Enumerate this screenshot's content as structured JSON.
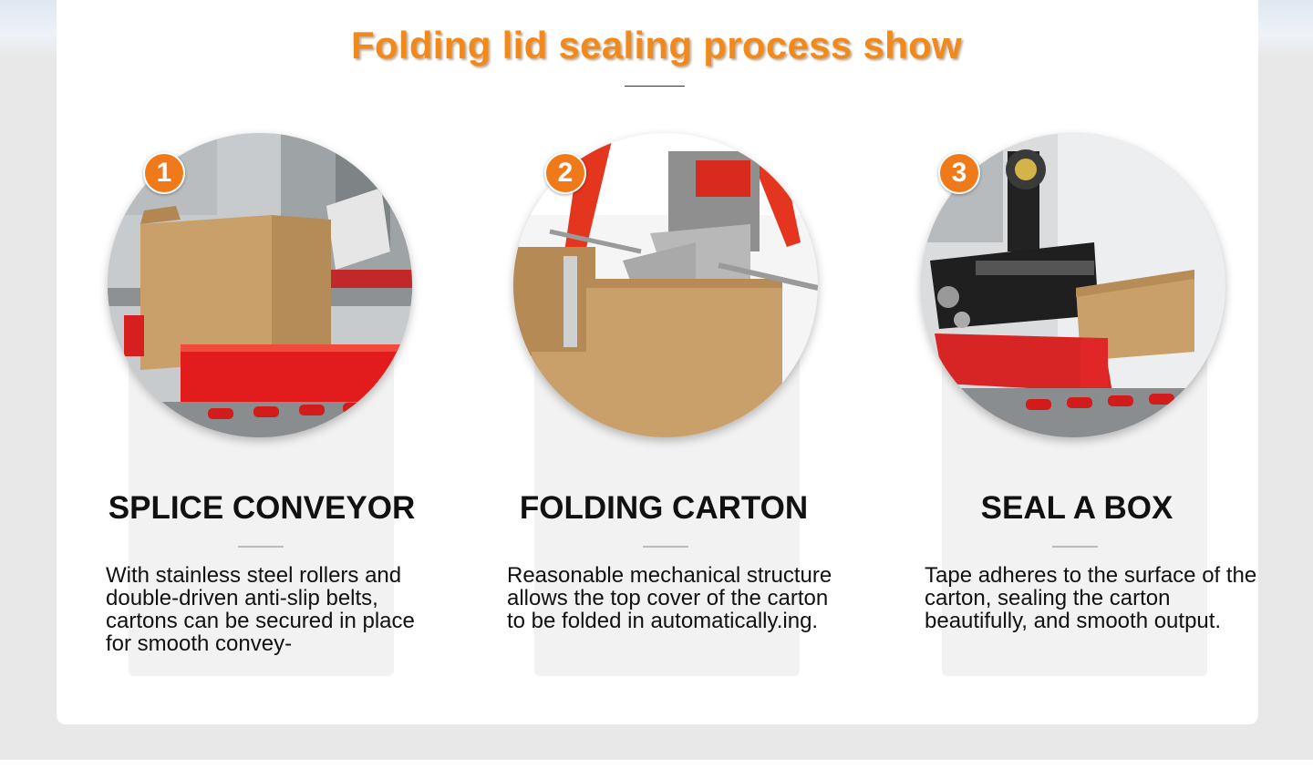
{
  "page": {
    "title": "Folding lid sealing process show",
    "accent_color": "#f08a1c"
  },
  "steps": [
    {
      "number": "1",
      "heading": "SPLICE CONVEYOR",
      "description": "With stainless steel rollers and double-driven anti-slip belts, cartons can be secured in place for smooth convey-",
      "image_icon": "conveyor-image"
    },
    {
      "number": "2",
      "heading": "FOLDING CARTON",
      "description": "Reasonable mechanical structure allows the top cover of the carton to be folded in automatically.ing.",
      "image_icon": "folding-image"
    },
    {
      "number": "3",
      "heading": "SEAL A BOX",
      "description": "Tape adheres to the surface of the carton, sealing the carton beautifully, and smooth output.",
      "image_icon": "sealing-image"
    }
  ]
}
